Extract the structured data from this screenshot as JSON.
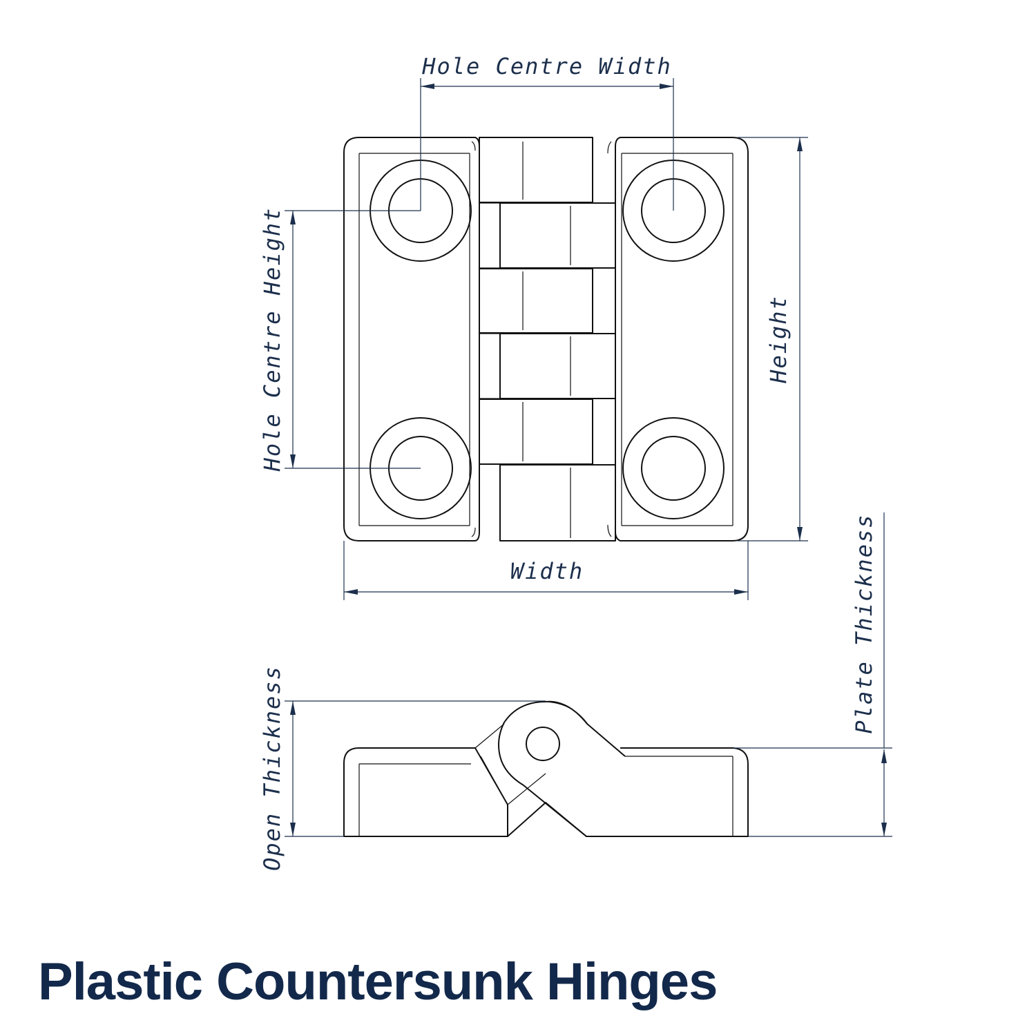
{
  "title": "Plastic Countersunk Hinges",
  "dimensions": {
    "hole_centre_width": "Hole Centre Width",
    "hole_centre_height": "Hole Centre Height",
    "height": "Height",
    "width": "Width",
    "plate_thickness": "Plate Thickness",
    "open_thickness": "Open Thickness"
  },
  "colors": {
    "title": "#13294b",
    "dimension": "#1c2f4c",
    "outline": "#111111"
  }
}
